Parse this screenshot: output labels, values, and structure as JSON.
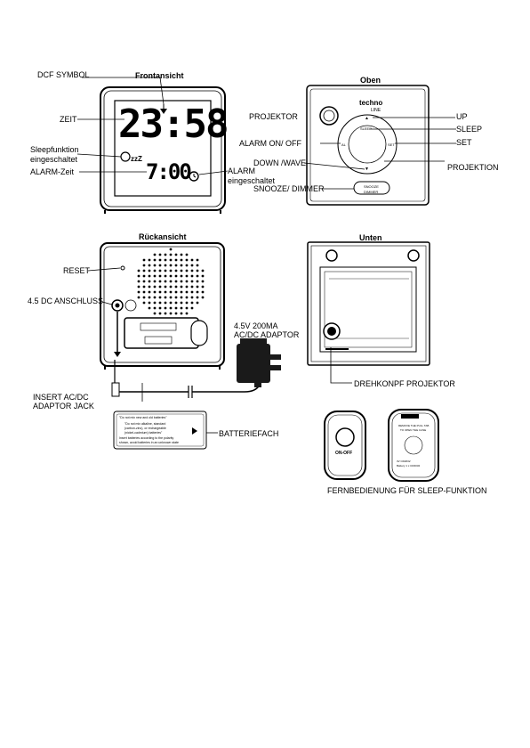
{
  "front": {
    "heading": "Frontansicht",
    "display_time": "23:58",
    "display_alarm": "7:00",
    "sleep_symbol": "zzZ",
    "labels": {
      "dcf": "DCF SYMBOL",
      "zeit": "ZEIT",
      "sleep_line1": "Sleepfunktion",
      "sleep_line2": "eingeschaltet",
      "alarm_zeit": "ALARM-Zeit",
      "alarm_on_line1": "ALARM",
      "alarm_on_line2": "eingeschaltet"
    }
  },
  "top": {
    "heading": "Oben",
    "brand_line1": "techno",
    "brand_line2": "LINE",
    "labels": {
      "projektor": "PROJEKTOR",
      "up": "UP",
      "sleep": "SLEEP",
      "alarm_onoff": "ALARM ON/ OFF",
      "set": "SET",
      "down_wave": "DOWN /WAVE",
      "projektion": "PROJEKTION",
      "snooze": "SNOOZE/ DIMMER"
    },
    "button_text": {
      "snooze_line1": "SNOOZE",
      "snooze_line2": "DIMMER",
      "up_arrow": "▲",
      "down_arrow": "▼",
      "sleep": "SLEEP",
      "set": "SET",
      "alarm": "AL"
    }
  },
  "back": {
    "heading": "Rückansicht",
    "labels": {
      "reset": "RESET",
      "dc": "4.5 DC ANSCHLUSS",
      "adaptor_line1": "4.5V 200MA",
      "adaptor_line2": "AC/DC ADAPTOR",
      "jack_line1": "INSERT AC/DC",
      "jack_line2": "ADAPTOR JACK",
      "battery": "BATTERIEFACH"
    },
    "battery_text": [
      "\"Do not mix new and old batteries\"",
      "\"Do not mix alkaline, standard",
      "(carbon-zinc), or rechargeable",
      "(nickel-cadmium) batteries\"",
      "Insert batteries according to the polarity",
      "shown, avoid batteries in an unknown state"
    ]
  },
  "bottom": {
    "heading": "Unten",
    "labels": {
      "knob": "DREHKONPF PROJEKTOR"
    }
  },
  "remote": {
    "button_label": "ON-OFF",
    "caption": "FERNBEDIENUNG FÜR SLEEP-FUNKTION",
    "back_text": [
      "REMOVE THE PULL TAB",
      "TO OPEN THE CASE",
      "3V  CR2032",
      "Battery 1 x CR2032"
    ]
  }
}
